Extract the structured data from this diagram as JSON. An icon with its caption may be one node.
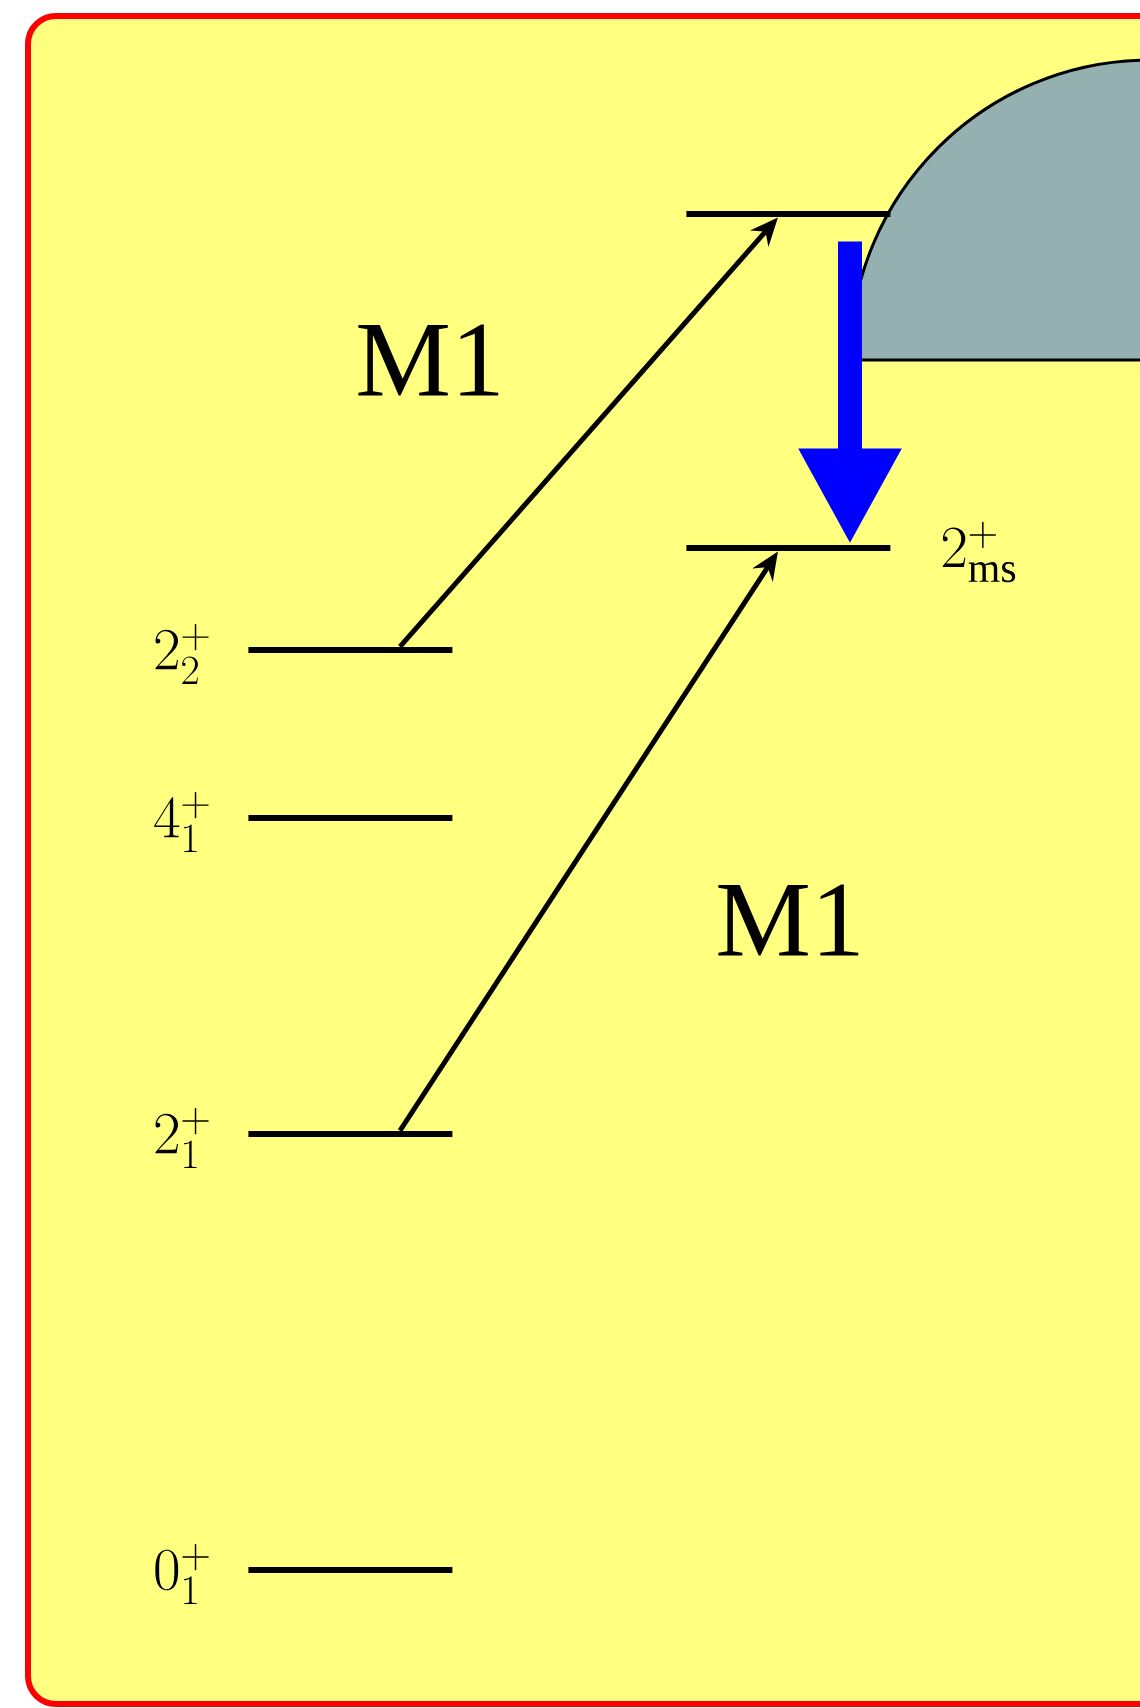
{
  "diagram": {
    "nodes": [
      {
        "text": [],
        "shape": "bar"
      },
      {
        "text": [],
        "shape": "bar",
        "beside": [
          "2_{\\mathrm{ms}}^{+}"
        ]
      },
      {
        "text": [],
        "shape": "bar",
        "beside": [
          "2_{2}^{+}"
        ]
      },
      {
        "text": [],
        "shape": "bar",
        "beside": [
          "4_{1}^{+}"
        ]
      },
      {
        "text": [],
        "shape": "bar",
        "beside": [
          "2_{1}^{+}"
        ]
      },
      {
        "text": [],
        "shape": "bar",
        "beside": [
          "0_{1}^{+}"
        ]
      }
    ],
    "edges": [
      {
        "from": 2,
        "to": 0,
        "arrow": "to",
        "label": "M1"
      },
      {
        "from": 4,
        "to": 1,
        "arrow": "to",
        "label": "M1"
      },
      {
        "from": 0,
        "to": 1,
        "arrow": "to",
        "style": "thick",
        "color": "#0000ff"
      }
    ]
  }
}
